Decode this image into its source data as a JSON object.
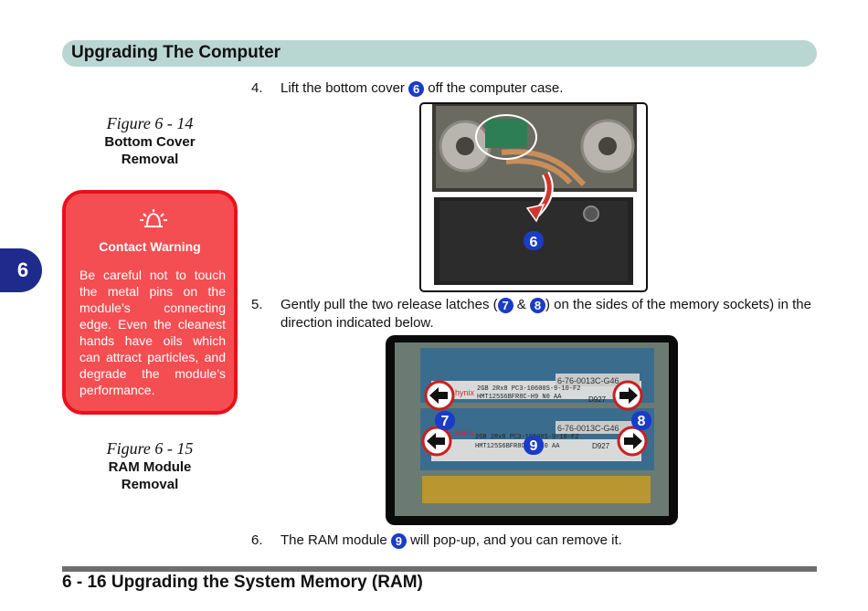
{
  "header": {
    "title": "Upgrading The Computer"
  },
  "chapter_tab": "6",
  "figures": [
    {
      "number": "Figure 6 - 14",
      "title_line1": "Bottom Cover",
      "title_line2": "Removal"
    },
    {
      "number": "Figure 6 - 15",
      "title_line1": "RAM Module",
      "title_line2": "Removal"
    }
  ],
  "warning": {
    "heading": "Contact Warning",
    "text": "Be careful not to touch the metal pins on the module’s connecting edge. Even the cleanest hands have oils which can attract particles, and degrade the module’s performance.",
    "icon": "alarm-bell-icon"
  },
  "steps": {
    "s4": {
      "num": "4.",
      "before": "Lift the bottom cover",
      "callout": "6",
      "after": "off the computer case."
    },
    "s5": {
      "num": "5.",
      "before": "Gently pull the two release latches (",
      "callout_a": "7",
      "mid": " & ",
      "callout_b": "8",
      "after": ") on the sides of the memory sockets) in the direction indicated below."
    },
    "s6": {
      "num": "6.",
      "before": "The RAM module",
      "callout": "9",
      "after": "will pop-up, and you can remove it."
    }
  },
  "photo1": {
    "callout": "6"
  },
  "photo2": {
    "callouts": [
      "7",
      "8",
      "9"
    ],
    "module_lines": [
      "2GB 2Rx8 PC3-10600S-9-10-F2",
      "HMT125S6BFR8C-H9 N0 AA"
    ],
    "code_a": "D927",
    "label": "6-76-0013C-G46",
    "brand": "hynix"
  },
  "footer": {
    "text": "6  -  16  Upgrading the System Memory (RAM)"
  },
  "colors": {
    "header_bar": "#b9d6d3",
    "tab": "#1f2b8c",
    "warning_bg": "#f44e52",
    "warning_border": "#e8111c",
    "callout": "#1a3cc6"
  }
}
